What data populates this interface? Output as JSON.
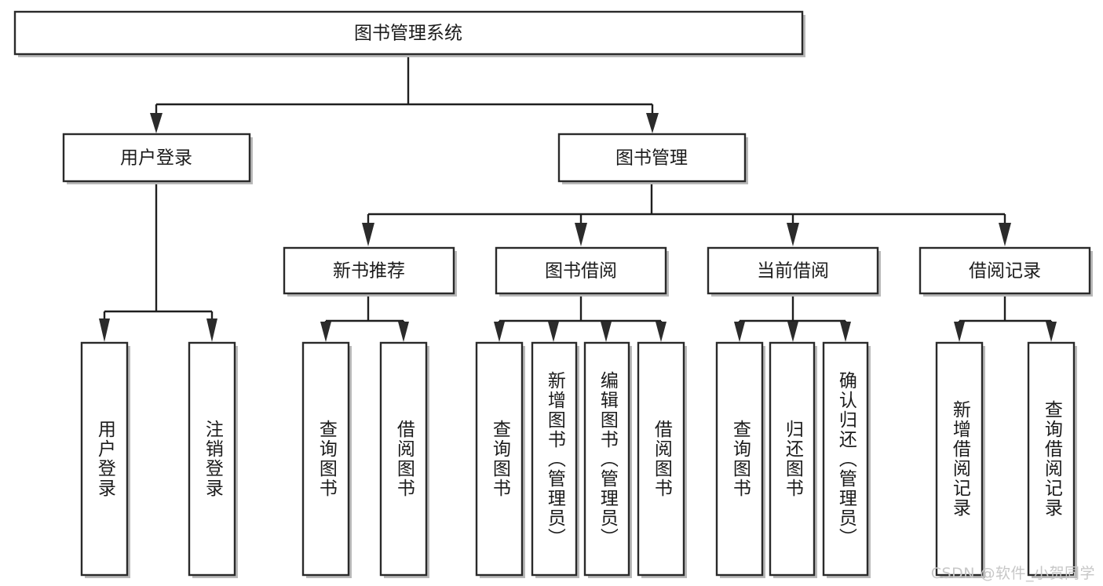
{
  "diagram": {
    "type": "tree-hierarchy",
    "title": "图书管理系统",
    "watermark": "CSDN @软件_小贺同学",
    "colors": {
      "box_stroke": "#2a2a2a",
      "box_fill": "#ffffff",
      "connector": "#1f1f1f",
      "text": "#1b1b1b",
      "watermark": "#c7c7c7",
      "background": "#ffffff"
    },
    "nodes": {
      "root": {
        "label": "图书管理系统",
        "orientation": "horizontal"
      },
      "level2": [
        {
          "id": "user-login",
          "label": "用户登录",
          "orientation": "horizontal"
        },
        {
          "id": "book-management",
          "label": "图书管理",
          "orientation": "horizontal"
        }
      ],
      "level3": [
        {
          "id": "new-book-recommend",
          "label": "新书推荐",
          "orientation": "horizontal"
        },
        {
          "id": "book-borrow",
          "label": "图书借阅",
          "orientation": "horizontal"
        },
        {
          "id": "current-borrow",
          "label": "当前借阅",
          "orientation": "horizontal"
        },
        {
          "id": "borrow-record",
          "label": "借阅记录",
          "orientation": "horizontal"
        }
      ],
      "leaves": [
        {
          "id": "leaf-user-login",
          "label": "用户登录",
          "orientation": "vertical",
          "parent": "user-login"
        },
        {
          "id": "leaf-user-logout",
          "label": "注销登录",
          "orientation": "vertical",
          "parent": "user-login"
        },
        {
          "id": "leaf-query-book-1",
          "label": "查询图书",
          "orientation": "vertical",
          "parent": "new-book-recommend"
        },
        {
          "id": "leaf-borrow-book-1",
          "label": "借阅图书",
          "orientation": "vertical",
          "parent": "new-book-recommend"
        },
        {
          "id": "leaf-query-book-2",
          "label": "查询图书",
          "orientation": "vertical",
          "parent": "book-borrow"
        },
        {
          "id": "leaf-add-book",
          "label": "新增图书（管理员）",
          "orientation": "vertical",
          "parent": "book-borrow"
        },
        {
          "id": "leaf-edit-book",
          "label": "编辑图书（管理员）",
          "orientation": "vertical",
          "parent": "book-borrow"
        },
        {
          "id": "leaf-borrow-book-2",
          "label": "借阅图书",
          "orientation": "vertical",
          "parent": "book-borrow"
        },
        {
          "id": "leaf-query-book-3",
          "label": "查询图书",
          "orientation": "vertical",
          "parent": "current-borrow"
        },
        {
          "id": "leaf-return-book",
          "label": "归还图书",
          "orientation": "vertical",
          "parent": "current-borrow"
        },
        {
          "id": "leaf-confirm-return",
          "label": "确认归还（管理员）",
          "orientation": "vertical",
          "parent": "current-borrow"
        },
        {
          "id": "leaf-add-record",
          "label": "新增借阅记录",
          "orientation": "vertical",
          "parent": "borrow-record"
        },
        {
          "id": "leaf-query-record",
          "label": "查询借阅记录",
          "orientation": "vertical",
          "parent": "borrow-record"
        }
      ]
    }
  }
}
